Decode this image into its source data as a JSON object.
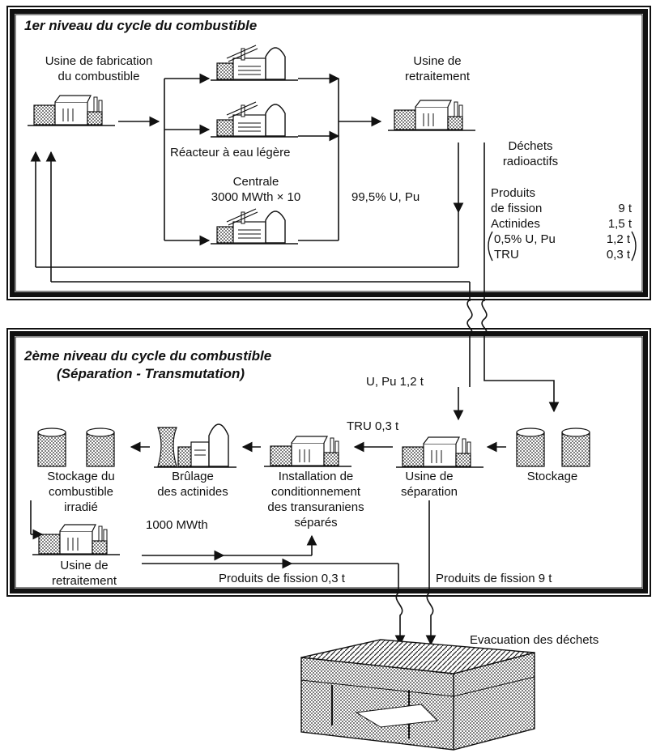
{
  "level1": {
    "title": "1er niveau du cycle du combustible",
    "fab_plant": [
      "Usine de fabrication",
      "du combustible"
    ],
    "reprocessing_plant": [
      "Usine de",
      "retraitement"
    ],
    "reactor_label": "Réacteur à eau légère",
    "central": [
      "Centrale",
      "3000 MWth × 10"
    ],
    "recovery": "99,5% U, Pu",
    "waste": [
      "Déchets",
      "radioactifs"
    ],
    "waste_table": [
      {
        "label": "Produits",
        "value": ""
      },
      {
        "label": "de fission",
        "value": "9 t"
      },
      {
        "label": "Actinides",
        "value": "1,5 t"
      },
      {
        "label": "0,5% U, Pu",
        "value": "1,2 t"
      },
      {
        "label": "TRU",
        "value": "0,3 t"
      }
    ]
  },
  "level2": {
    "title": [
      "2ème niveau du cycle du combustible",
      "(Séparation - Transmutation)"
    ],
    "upu": "U, Pu 1,2 t",
    "tru": "TRU 0,3 t",
    "storage_irradiated": [
      "Stockage du",
      "combustible",
      "irradié"
    ],
    "burning": [
      "Brûlage",
      "des actinides"
    ],
    "conditioning": [
      "Installation de",
      "conditionnement",
      "des transuraniens",
      "séparés"
    ],
    "separation": [
      "Usine de",
      "séparation"
    ],
    "storage": "Stockage",
    "power": "1000 MWth",
    "reprocessing": [
      "Usine de",
      "retraitement"
    ],
    "fp_small": "Produits de fission 0,3 t",
    "fp_large": "Produits de fission 9 t"
  },
  "disposal": "Evacuation des déchets"
}
